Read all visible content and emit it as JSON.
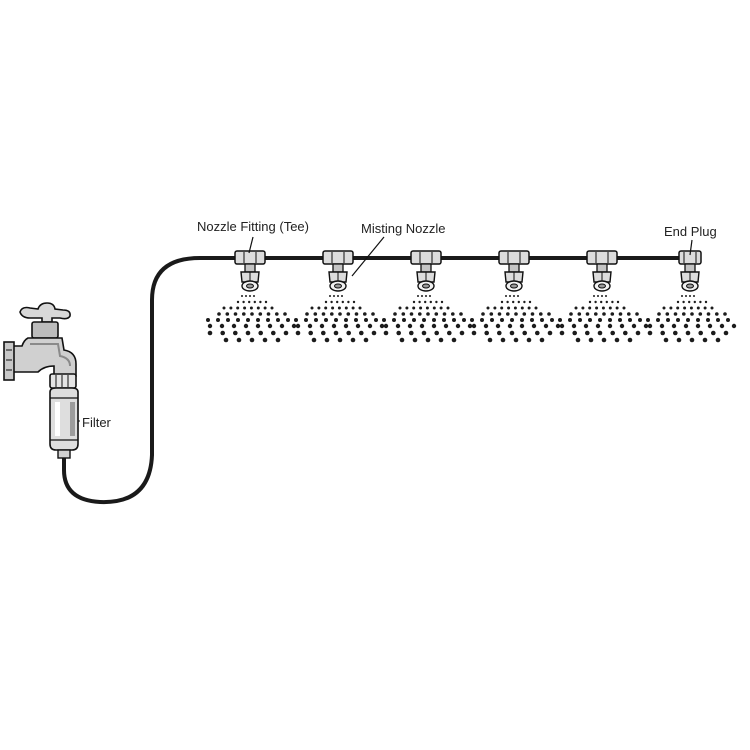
{
  "labels": {
    "nozzle_fitting": "Nozzle Fitting (Tee)",
    "misting_nozzle": "Misting Nozzle",
    "end_plug": "End Plug",
    "filter": "Filter"
  },
  "colors": {
    "line": "#111111",
    "tube": "#1a1a1a",
    "metal_fill": "#dcdcdc",
    "shade": "#9a9a9a",
    "mist": "#1c1c1c"
  },
  "nozzle_count": 6
}
